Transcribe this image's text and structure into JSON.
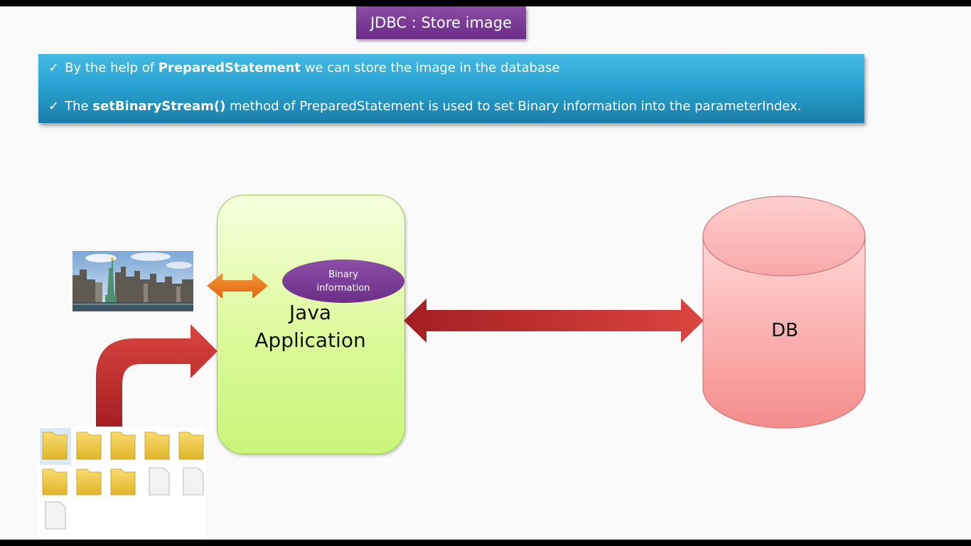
{
  "slide": {
    "title": "JDBC : Store image",
    "bullets": [
      {
        "check": "✓",
        "pre": "By the help of ",
        "bold": "PreparedStatement",
        "post": " we can store the image in the database"
      },
      {
        "check": "✓",
        "pre": "The ",
        "bold": "setBinaryStream()",
        "post": " method of PreparedStatement is used to set Binary information into the parameterIndex."
      }
    ]
  },
  "diagram": {
    "app_label_line1": "Java",
    "app_label_line2": "Application",
    "binary_line1": "Binary",
    "binary_line2": "information",
    "db_label": "DB"
  },
  "icons": {
    "photo": "city-skyline-image",
    "folders": "folder-icon",
    "documents": "document-icon"
  },
  "colors": {
    "title_bg": "#7a3b97",
    "info_bg": "#2aa3d2",
    "app_box": "#dcf99a",
    "binary_ellipse": "#7a3b97",
    "db_cylinder": "#f7a7a7",
    "red_arrow": "#c0262c",
    "orange_arrow": "#f07a1a"
  }
}
